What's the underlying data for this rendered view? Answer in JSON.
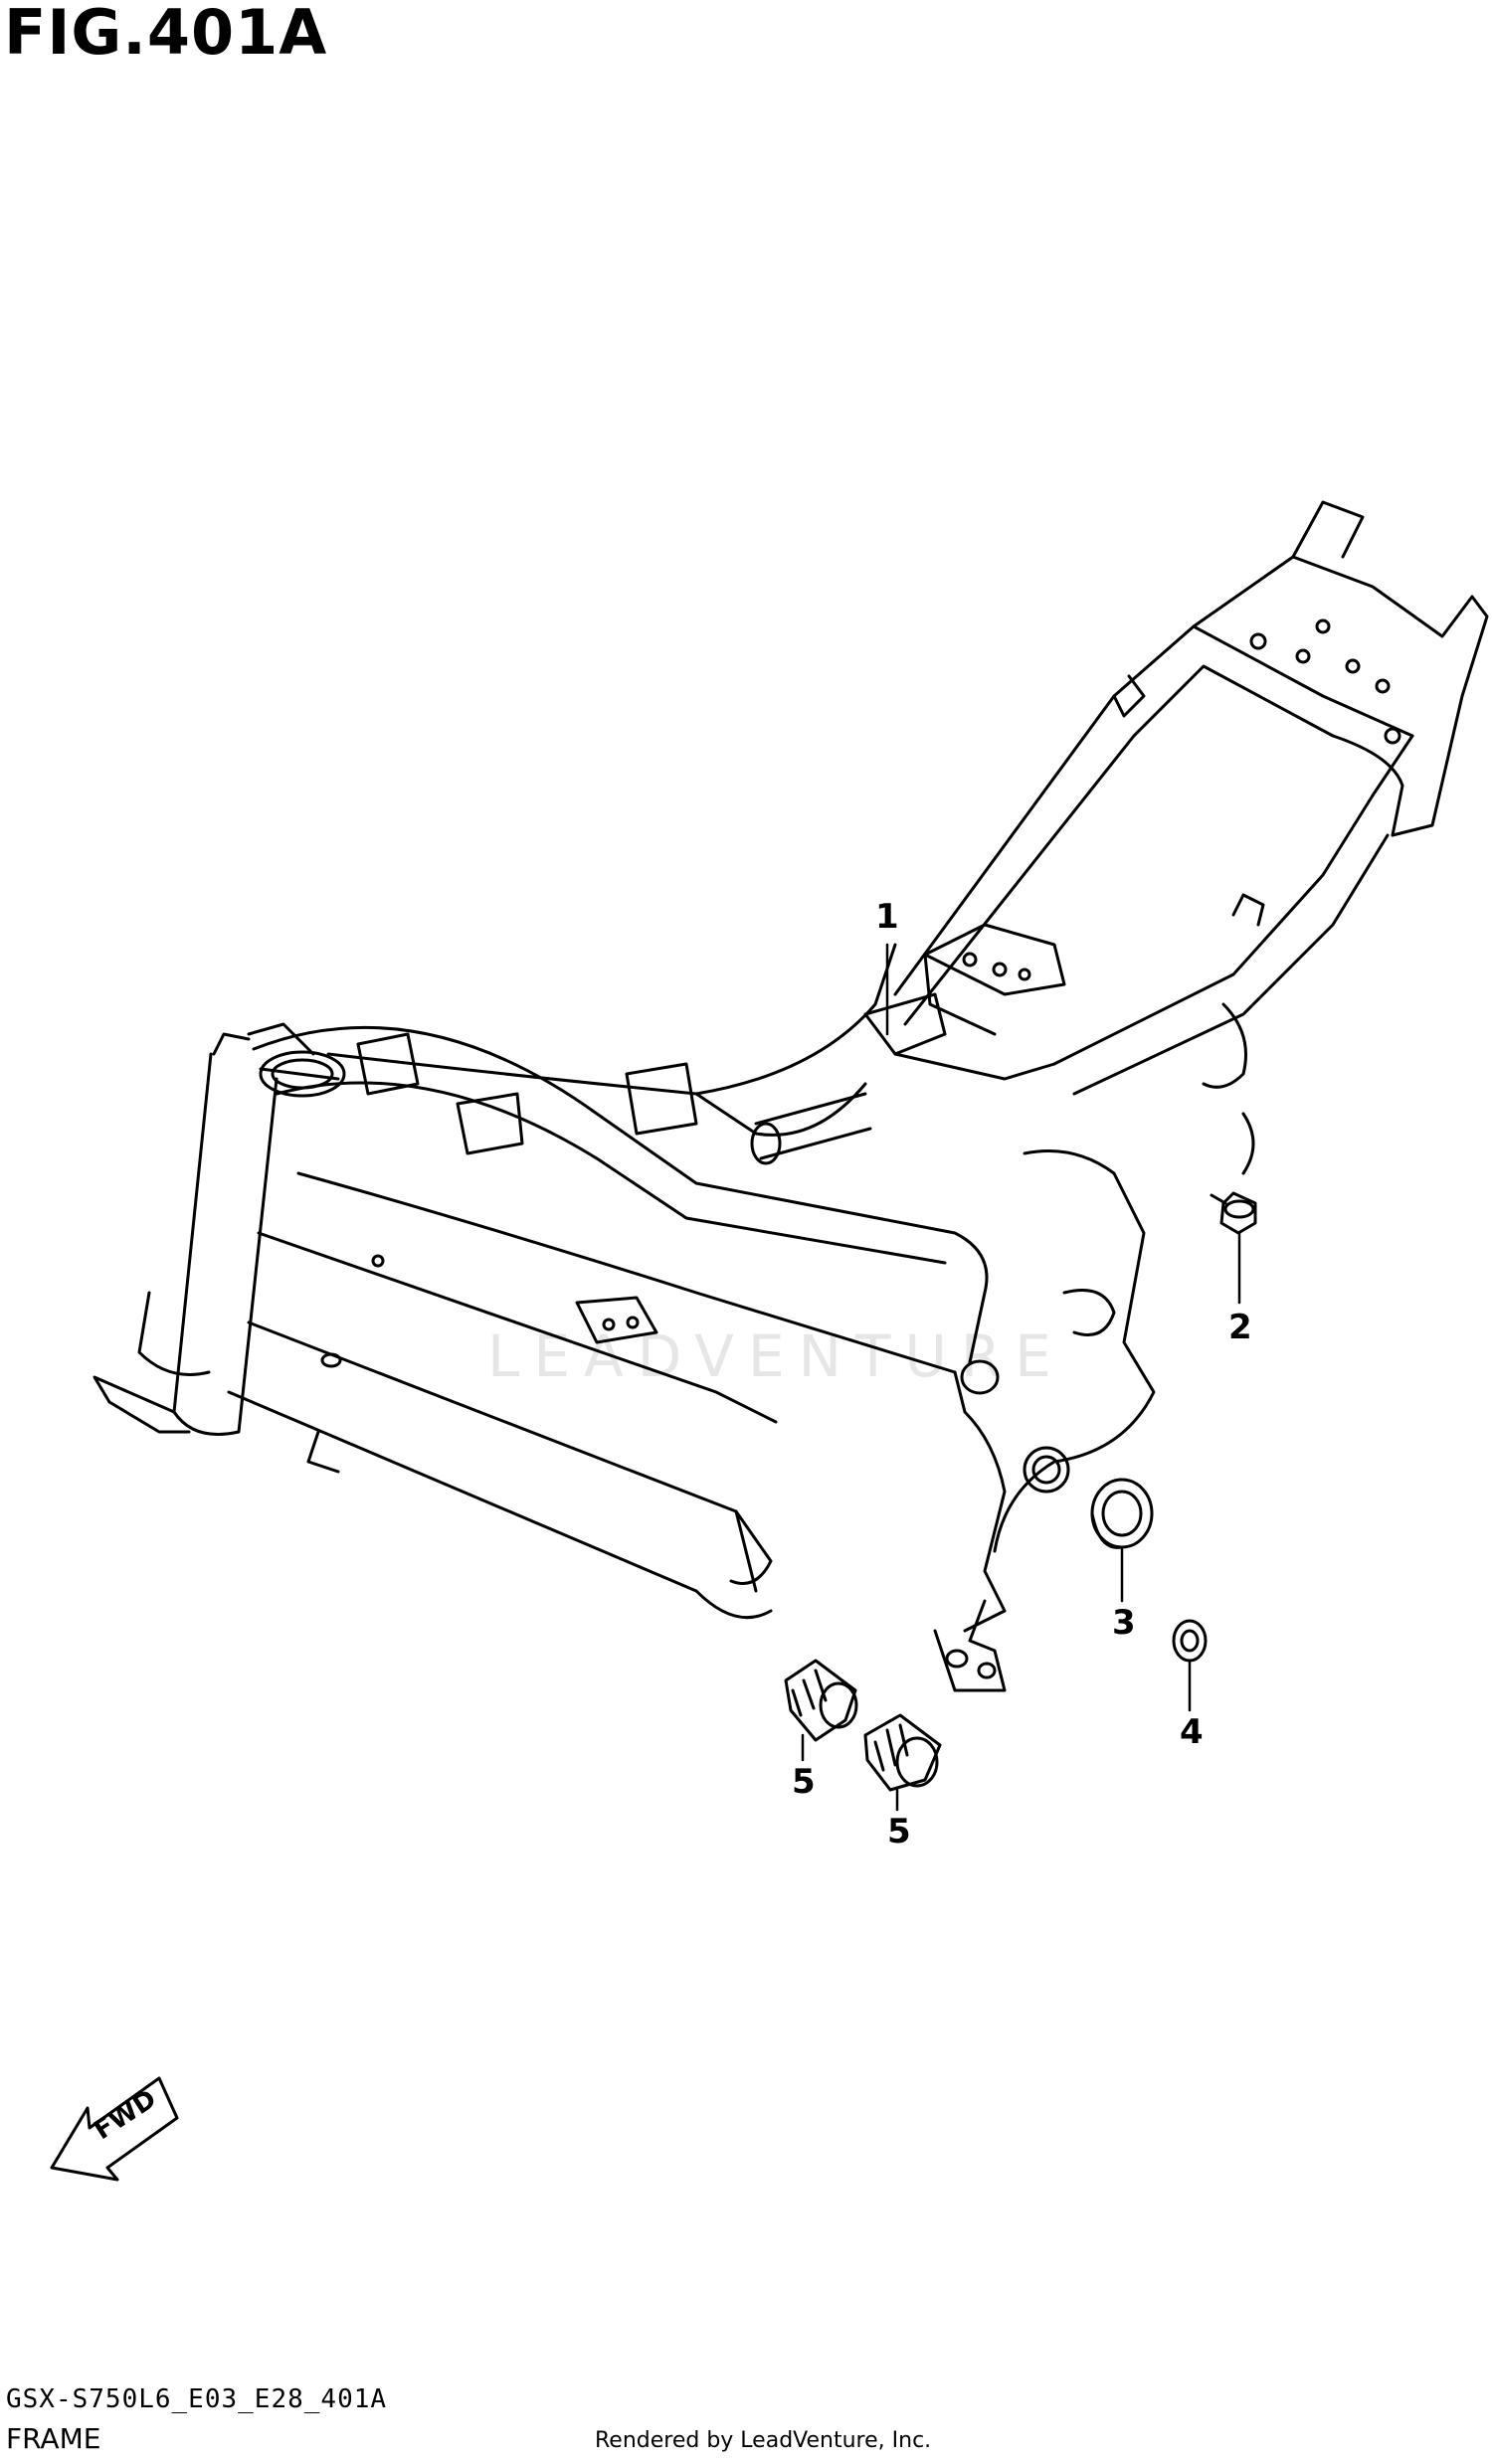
{
  "figure": {
    "title": "FIG.401A",
    "diagram_code": "GSX-S750L6_E03_E28_401A",
    "part_group": "FRAME",
    "credit": "Rendered by LeadVenture, Inc.",
    "watermark": "LEADVENTURE"
  },
  "direction_indicator": {
    "label": "FWD"
  },
  "callouts": [
    {
      "label": "1",
      "part": "frame"
    },
    {
      "label": "2",
      "part": "bolt"
    },
    {
      "label": "3",
      "part": "cushion"
    },
    {
      "label": "4",
      "part": "washer"
    },
    {
      "label": "5",
      "part": "bushing"
    },
    {
      "label": "5",
      "part": "bushing"
    }
  ]
}
